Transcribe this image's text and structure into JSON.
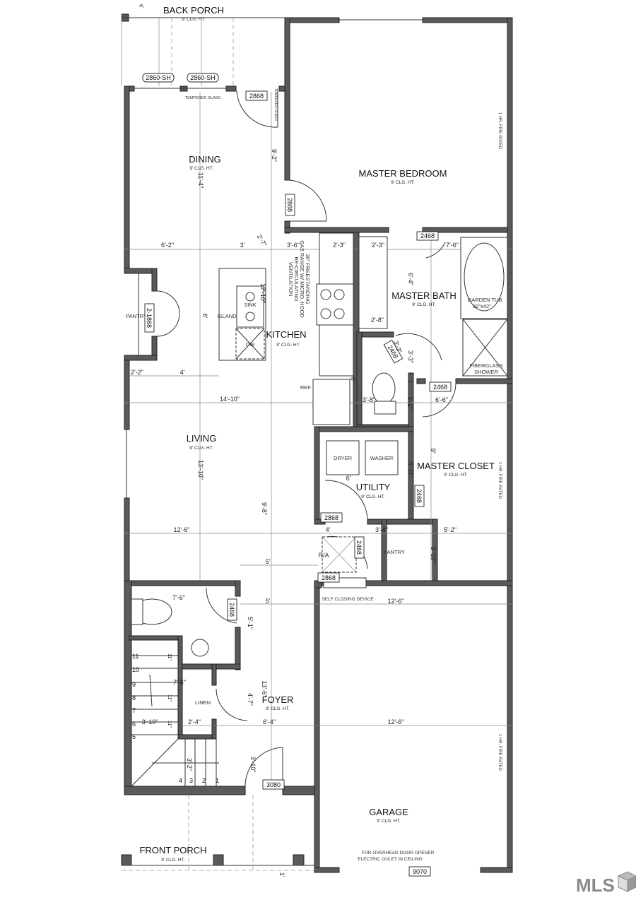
{
  "rooms": {
    "back_porch": {
      "name": "BACK PORCH",
      "ceiling": "9' CLG. HT."
    },
    "dining": {
      "name": "DINING",
      "ceiling": "9' CLG. HT."
    },
    "master_bedroom": {
      "name": "MASTER BEDROOM",
      "ceiling": "9' CLG. HT."
    },
    "kitchen": {
      "name": "KITCHEN",
      "ceiling": "9' CLG. HT."
    },
    "master_bath": {
      "name": "MASTER BATH",
      "ceiling": "9' CLG. HT."
    },
    "living": {
      "name": "LIVING",
      "ceiling": "9' CLG. HT."
    },
    "master_closet": {
      "name": "MASTER CLOSET",
      "ceiling": "9' CLG. HT."
    },
    "utility": {
      "name": "UTILITY",
      "ceiling": "9' CLG. HT."
    },
    "foyer": {
      "name": "FOYER",
      "ceiling": "9' CLG. HT."
    },
    "garage": {
      "name": "GARAGE",
      "ceiling": "9' CLG. HT."
    },
    "front_porch": {
      "name": "FRONT PORCH",
      "ceiling": "9' CLG. HT."
    }
  },
  "fixtures": {
    "pantry_kitchen": "PANTRY",
    "pantry_utility": "PANTRY",
    "island": "ISLAND",
    "sink": "SINK",
    "dishwasher": "DW",
    "refrigerator": "REF.",
    "dryer": "DRYER",
    "washer": "WASHER",
    "return_air": "R/A",
    "linen": "LINEN",
    "garden_tub": "GARDEN TUB",
    "garden_tub_size": "60\"x42\"",
    "shower_line1": "FIBERGLASS",
    "shower_line2": "SHOWER",
    "range_note": [
      "30\" FREESTANDING",
      "GAS RANGE W/ MICRO. HOOD",
      "RE-CIRCULATING",
      "VENTILATION"
    ],
    "tempered_glass": "TEMPERED GLASS",
    "self_closing": "SELF CLOSING DEVICE",
    "fire_rated": "1 HR. FIRE RATED",
    "garage_note": [
      "FOR OVERHEAD DOOR OPENER",
      "ELECTRIC OULET IN CEILING"
    ]
  },
  "door_tags": [
    "2860-SH",
    "2860-SH",
    "2868",
    "2868",
    "2468",
    "2-1868",
    "2468",
    "2468",
    "2468",
    "2868",
    "2468",
    "2868",
    "2468",
    "3080",
    "9070"
  ],
  "dimensions": [
    "9'-2\"",
    "11'-4\"",
    "6'-2\"",
    "3'",
    "2'-7\"",
    "3'-6\"",
    "2'-3\"",
    "2'-3\"",
    "7'-6\"",
    "6'",
    "12'-10\"",
    "6'-4\"",
    "2'-8\"",
    "3'-3\"",
    "3'-3\"",
    "2'-2\"",
    "4'",
    "6'",
    "3'-8\"",
    "3'-1\"",
    "6'-6\"",
    "14'-10\"",
    "9'",
    "5'-11\"",
    "6'",
    "13'-10\"",
    "9'-8\"",
    "12'-6\"",
    "4'",
    "3'-4\"",
    "5'-2\"",
    "3'-10\"",
    "5'",
    "5'",
    "12'-6\"",
    "7'-6\"",
    "5'-1\"",
    "7'-6\"",
    "13'-6\"",
    "4'-7\"",
    "3'-10\"",
    "2'-4\"",
    "6'-4\"",
    "12'-6\"",
    "3'-2\"",
    "3'-10\"",
    "1'",
    "6\""
  ],
  "stair_steps": [
    "1",
    "2",
    "3",
    "4",
    "5",
    "6",
    "7",
    "8",
    "9",
    "10",
    "11"
  ],
  "stair_tread": "11\"",
  "brand": {
    "text": "MLS",
    "color": "#8a8a8a"
  }
}
